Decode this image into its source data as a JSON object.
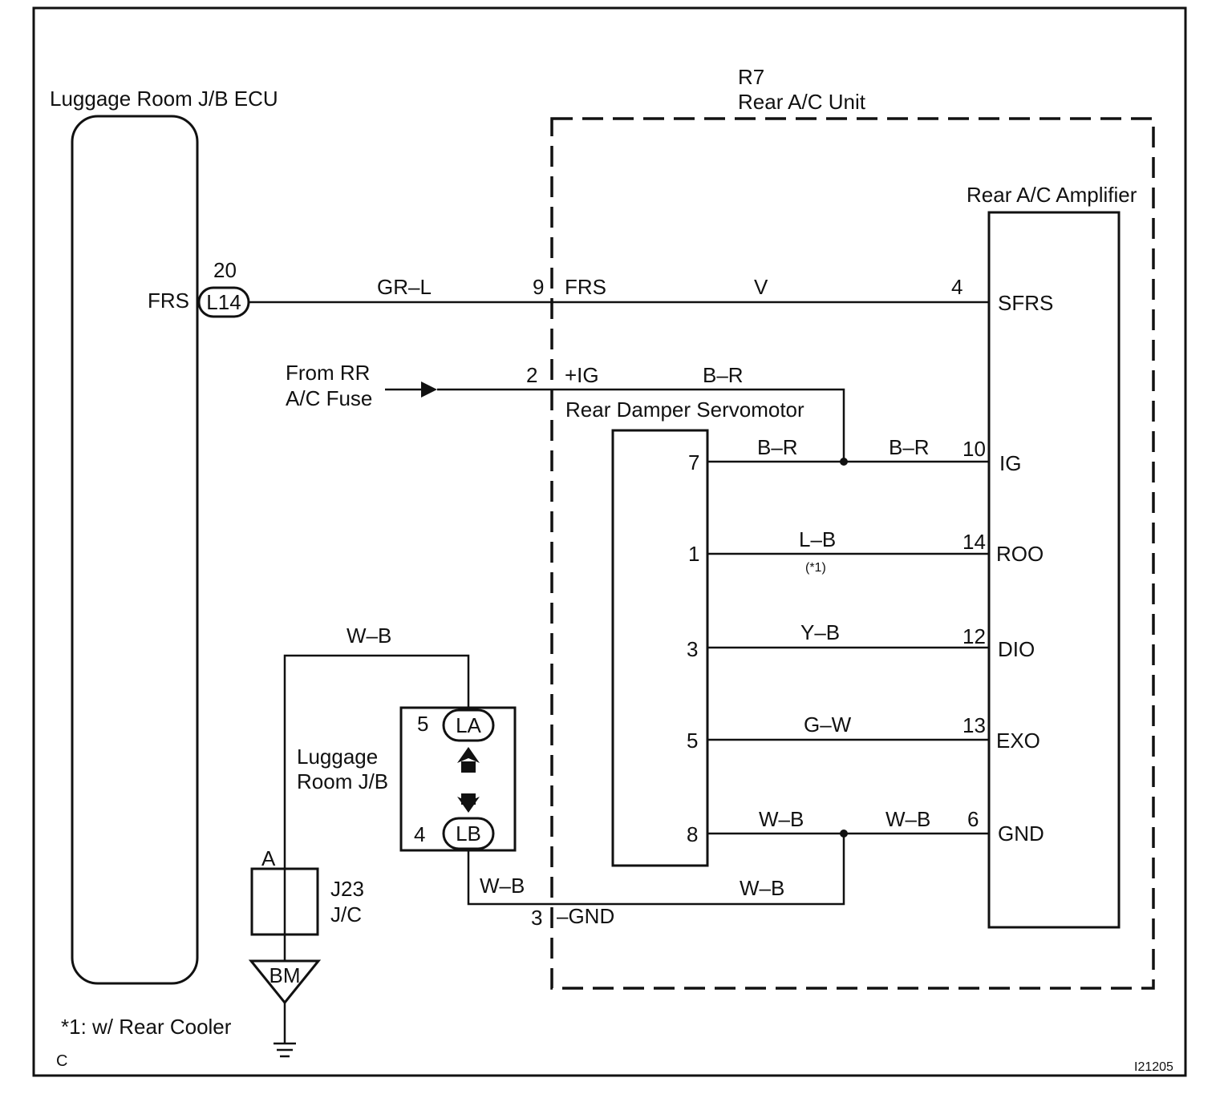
{
  "components": {
    "ecu": {
      "name": "Luggage Room J/B ECU",
      "terminal": "FRS",
      "connector": "L14",
      "pin": "20"
    },
    "rear_unit": {
      "code": "R7",
      "name": "Rear A/C Unit"
    },
    "amplifier": {
      "name": "Rear A/C Amplifier",
      "terminals": [
        "SFRS",
        "IG",
        "ROO",
        "DIO",
        "EXO",
        "GND"
      ]
    },
    "servomotor": {
      "name": "Rear Damper Servomotor"
    },
    "jb": {
      "name_line1": "Luggage",
      "name_line2": "Room J/B",
      "conn_a": "LA",
      "conn_b": "LB",
      "pin_a": "5",
      "pin_b": "4"
    },
    "jc": {
      "name_line1": "J23",
      "name_line2": "J/C",
      "pin": "A"
    },
    "ground": {
      "label": "BM"
    },
    "fuse_source": {
      "line1": "From RR",
      "line2": "A/C Fuse"
    }
  },
  "wires": {
    "frs_outer": "GR–L",
    "frs_inner": "V",
    "ig_in": "B–R",
    "ig_servo": "B–R",
    "ig_amp": "B–R",
    "roo": "L–B",
    "roo_note": "(*1)",
    "dio": "Y–B",
    "exo": "G–W",
    "gnd_servo": "W–B",
    "gnd_amp": "W–B",
    "gnd_return": "W–B",
    "jb_out": "W–B",
    "jb_top": "W–B"
  },
  "unit_pins": {
    "frs": {
      "num": "9",
      "label": "FRS"
    },
    "ig": {
      "num": "2",
      "label": "+IG"
    },
    "gnd": {
      "num": "3",
      "label": "–GND"
    }
  },
  "servo_pins": [
    "7",
    "1",
    "3",
    "5",
    "8"
  ],
  "amp_pins": [
    "4",
    "10",
    "14",
    "12",
    "13",
    "6"
  ],
  "footnote": "*1: w/ Rear Cooler",
  "corner_label": "C",
  "figure_id": "I21205"
}
